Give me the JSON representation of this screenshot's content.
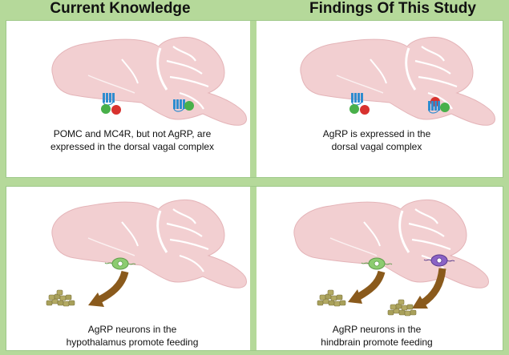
{
  "headings": {
    "left": "Current Knowledge",
    "right": "Findings Of This Study"
  },
  "panels": {
    "top_left": {
      "caption_line1": "POMC and MC4R, but not AgRP, are",
      "caption_line2": "expressed in the dorsal vagal complex"
    },
    "top_right": {
      "caption_line1": "AgRP is expressed in the",
      "caption_line2": "dorsal vagal complex"
    },
    "bottom_left": {
      "caption_line1": "AgRP neurons in the",
      "caption_line2": "hypothalamus promote feeding"
    },
    "bottom_right": {
      "caption_line1": "AgRP neurons in the",
      "caption_line2": "hindbrain promote feeding"
    }
  },
  "colors": {
    "background": "#b5d99a",
    "brain": "#f2cfd1",
    "brain_outline": "#e4b4b8",
    "receptor": "#2f8ccf",
    "ligand_red": "#d8322e",
    "ligand_green": "#48b04a",
    "neuron_green": "#8ccc70",
    "neuron_purple": "#8a62c6",
    "arrow": "#8a5a1c",
    "food": "#a8a05a"
  },
  "icons": {
    "brain": "brain-sagittal-icon",
    "receptor": "receptor-icon",
    "neuron": "neuron-icon",
    "arrow": "curved-arrow-icon",
    "food": "food-pellets-icon"
  }
}
